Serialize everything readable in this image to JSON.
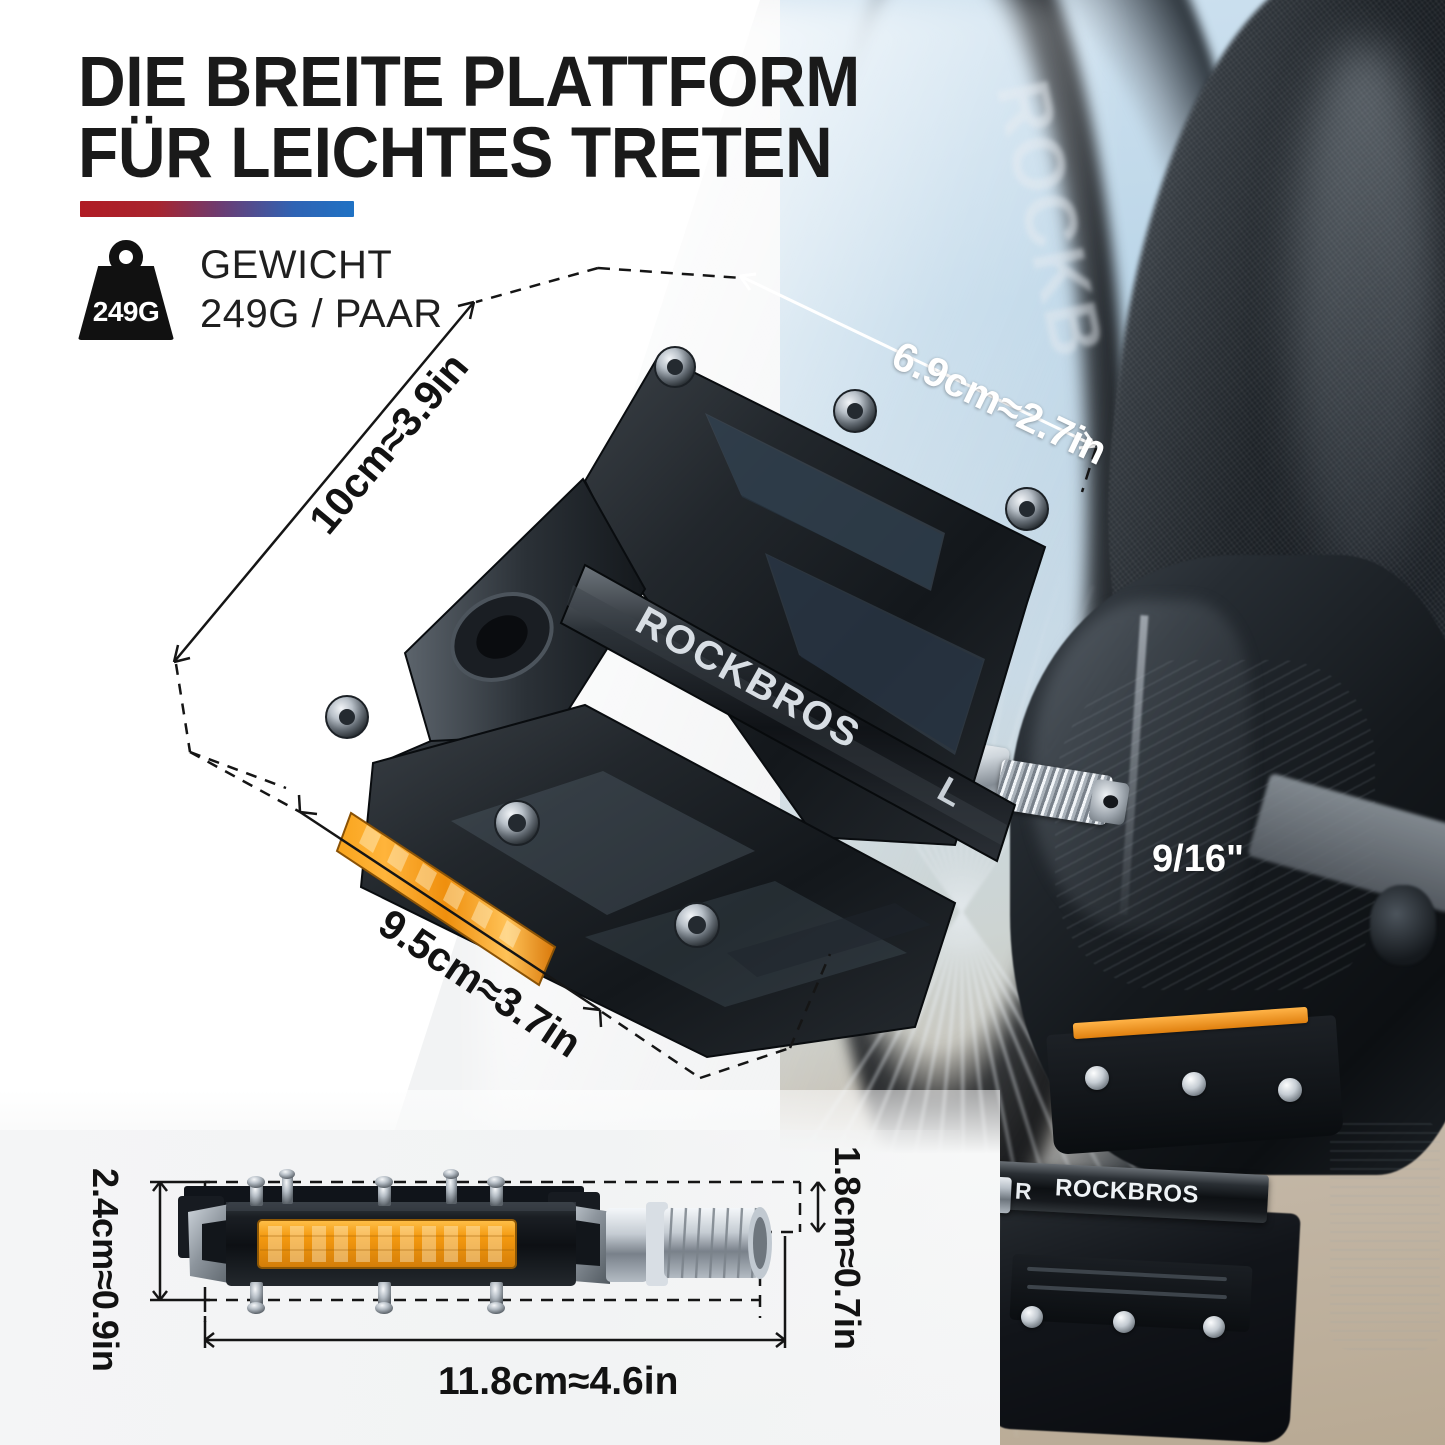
{
  "headline": {
    "line1": "DIE BREITE PLATTFORM",
    "line2": "FÜR LEICHTES TRETEN",
    "accent_from": "#b01c24",
    "accent_to": "#1f72c4"
  },
  "weight": {
    "icon": "weight-icon",
    "badge_value": "249G",
    "label": "GEWICHT",
    "detail": "249G / PAAR"
  },
  "dimensions": {
    "width_top": "6.9cm≈2.7in",
    "depth_left": "10cm≈3.9in",
    "platform_bottom": "9.5cm≈3.7in",
    "thread": "9/16\"",
    "height_left": "2.4cm≈0.9in",
    "height_right": "1.8cm≈0.7in",
    "length_bottom": "11.8cm≈4.6in"
  },
  "product": {
    "brand": "ROCKBROS",
    "side_left": "L",
    "side_right": "R",
    "brand_right": "ROCKBROS"
  },
  "tyre_text": "ROCKB"
}
